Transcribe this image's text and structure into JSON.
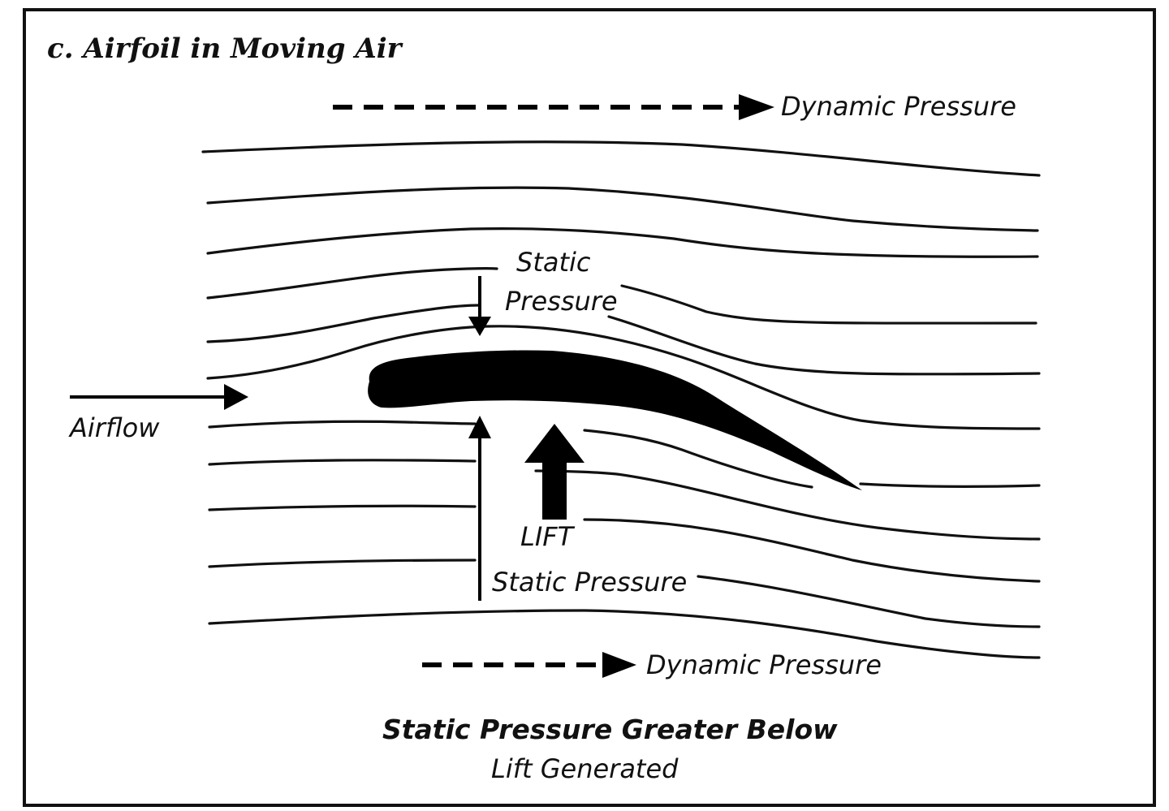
{
  "diagram": {
    "title": "c. Airfoil in Moving Air",
    "labels": {
      "dynamic_pressure_top": "Dynamic Pressure",
      "static_pressure_top_line1": "Static",
      "static_pressure_top_line2": "Pressure",
      "airflow": "Airflow",
      "lift": "LIFT",
      "static_pressure_bottom": "Static Pressure",
      "dynamic_pressure_bottom": "Dynamic Pressure"
    },
    "caption": {
      "line1": "Static Pressure Greater Below",
      "line2": "Lift Generated"
    }
  }
}
